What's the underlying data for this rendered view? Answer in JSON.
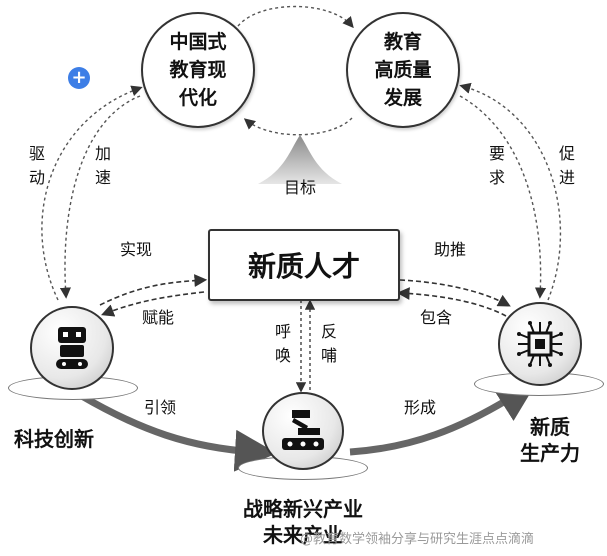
{
  "nodes": {
    "modernization": "中国式\n教育现\n代化",
    "quality": "教育\n高质量\n发展",
    "talent": "新质人才",
    "tech": "科技创新",
    "industry": "战略新兴产业\n未来产业",
    "productivity": "新质\n生产力"
  },
  "labels": {
    "goal": "目标",
    "drive": "驱动",
    "accelerate": "加速",
    "require": "要求",
    "promote": "促进",
    "realize": "实现",
    "empower": "赋能",
    "boost": "助推",
    "contain": "包含",
    "summon": "呼唤",
    "feedback": "反哺",
    "lead": "引领",
    "form": "形成"
  },
  "watermark": "@教育数学领袖分享与研究生涯点点滴滴"
}
